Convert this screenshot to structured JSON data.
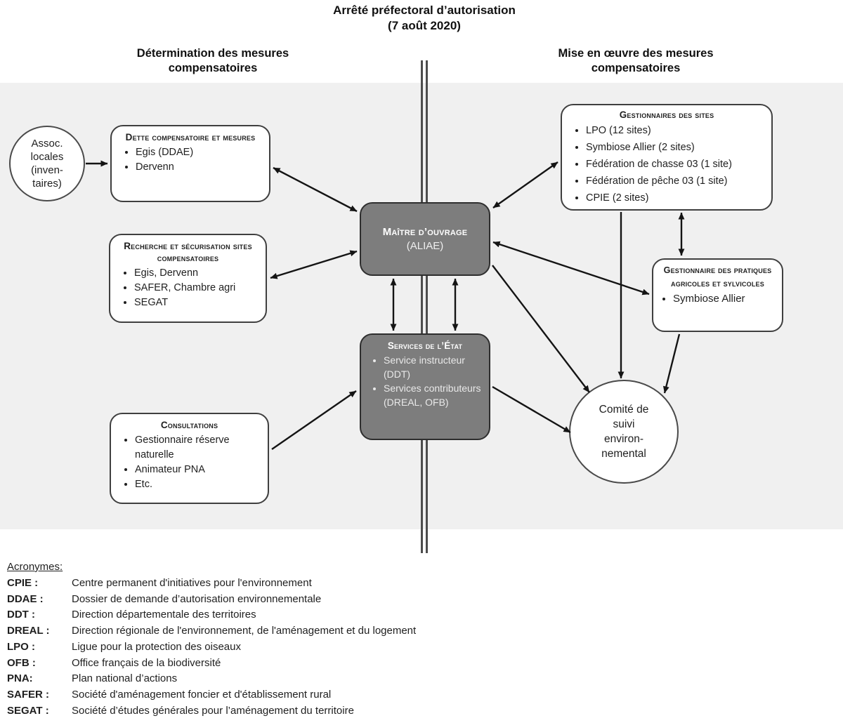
{
  "header": {
    "title_line1": "Arrêté préfectoral d’autorisation",
    "title_line2": "(7 août 2020)",
    "left_heading_line1": "Détermination des mesures",
    "left_heading_line2": "compensatoires",
    "right_heading_line1": "Mise en œuvre des mesures",
    "right_heading_line2": "compensatoires"
  },
  "nodes": {
    "assoc": {
      "lines": [
        "Assoc.",
        "locales",
        "(inven-",
        "taires)"
      ]
    },
    "dette": {
      "title": "Dette compensatoire et mesures",
      "items": [
        "Egis (DDAE)",
        "Dervenn"
      ]
    },
    "recherche": {
      "title": "Recherche et sécurisation sites compensatoires",
      "items": [
        "Egis, Dervenn",
        "SAFER, Chambre agri",
        "SEGAT"
      ]
    },
    "consultations": {
      "title": "Consultations",
      "items": [
        "Gestionnaire réserve naturelle",
        "Animateur PNA",
        "Etc."
      ]
    },
    "maitre": {
      "title": "Maître d’ouvrage",
      "subtitle": "(ALIAE)"
    },
    "services": {
      "title": "Services de l’État",
      "items": [
        "Service instructeur (DDT)",
        "Services contributeurs (DREAL, OFB)"
      ]
    },
    "gestionnaires": {
      "title": "Gestionnaires des sites",
      "items": [
        "LPO (12 sites)",
        "Symbiose Allier (2 sites)",
        "Fédération de chasse 03 (1 site)",
        "Fédération de pêche 03 (1 site)",
        "CPIE (2 sites)"
      ]
    },
    "pratiques": {
      "title": "Gestionnaire des pratiques agricoles et sylvicoles",
      "items": [
        "Symbiose Allier"
      ]
    },
    "comite": {
      "lines": [
        "Comité de",
        "suivi",
        "environ-",
        "nemental"
      ]
    }
  },
  "acronyms": {
    "heading": "Acronymes:",
    "entries": [
      {
        "key": "CPIE :",
        "value": "Centre permanent d'initiatives pour l'environnement"
      },
      {
        "key": "DDAE :",
        "value": "Dossier de demande d’autorisation environnementale"
      },
      {
        "key": "DDT :",
        "value": "Direction départementale des territoires"
      },
      {
        "key": "DREAL :",
        "value": "Direction régionale de l'environnement, de l'aménagement et du logement"
      },
      {
        "key": "LPO :",
        "value": "Ligue pour la protection des oiseaux"
      },
      {
        "key": "OFB :",
        "value": "Office français de la biodiversité"
      },
      {
        "key": "PNA:",
        "value": "Plan national d’actions"
      },
      {
        "key": "SAFER :",
        "value": "Société d'aménagement foncier et d'établissement rural"
      },
      {
        "key": "SEGAT :",
        "value": "Société d’études générales pour l’aménagement du territoire"
      }
    ]
  },
  "colors": {
    "panel_background": "#f0f0f0",
    "dark_node_fill": "#7d7d7d",
    "node_border": "#3f3f3f",
    "arrow": "#141414"
  }
}
